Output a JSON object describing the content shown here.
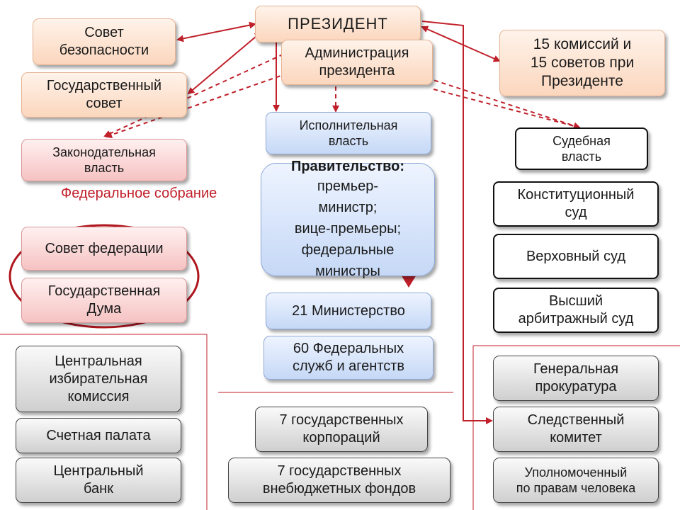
{
  "president": "ПРЕЗИДЕНТ",
  "administration": "Администрация\nпрезидента",
  "security_council": "Совет\nбезопасности",
  "state_council": "Государственный\nсовет",
  "commissions": "15 комиссий и\n15 советов при\nПрезиденте",
  "legislative": "Законодательная\nвласть",
  "federal_assembly": "Федеральное собрание",
  "federation_council": "Совет федерации",
  "state_duma": "Государственная\nДума",
  "executive": "Исполнительная\nвласть",
  "government_title": "Правительство:",
  "government_body": "премьер-\nминистр;\nвице-премьеры;\nфедеральные\nминистры",
  "ministries": "21 Министерство",
  "federal_services": "60 Федеральных\nслужб и агентств",
  "judicial": "Судебная\nвласть",
  "constitutional_court": "Конституционный\nсуд",
  "supreme_court": "Верховный суд",
  "arbitration_court": "Высший\nарбитражный суд",
  "election_commission": "Центральная\nизбирательная\nкомиссия",
  "accounts_chamber": "Счетная палата",
  "central_bank": "Центральный\nбанк",
  "state_corporations": "7 государственных\nкорпораций",
  "extrabudgetary_funds": "7 государственных\nвнебюджетных фондов",
  "prosecutor": "Генеральная\nпрокуратура",
  "investigative_committee": "Следственный\nкомитет",
  "ombudsman": "Уполномоченный\nпо правам человека",
  "colors": {
    "arrow": "#c0202a",
    "accent_text": "#c0202a"
  }
}
